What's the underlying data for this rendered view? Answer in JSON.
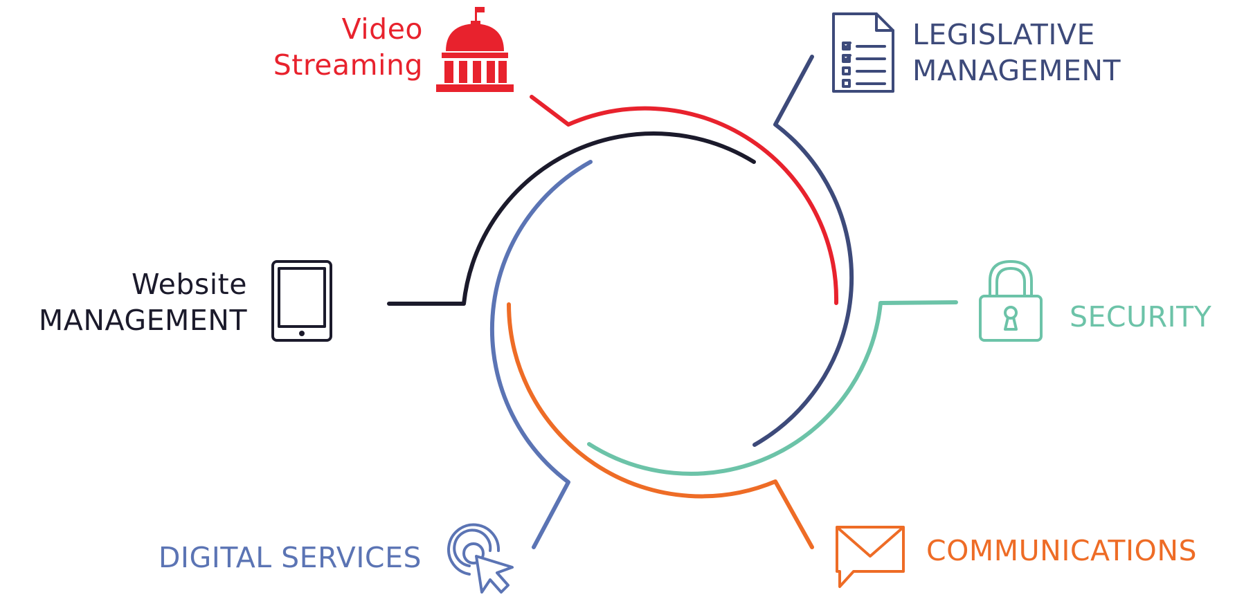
{
  "colors": {
    "video": "#e8222d",
    "legislative": "#3d4a7a",
    "security": "#6cc3a8",
    "communications": "#ee6c26",
    "digital": "#5b74b4",
    "website": "#1b1a2b"
  },
  "segments": [
    {
      "id": "video",
      "line1": "Video",
      "line2": "Streaming",
      "icon": "capitol-dome-icon"
    },
    {
      "id": "legislative",
      "line1": "LEGISLATIVE",
      "line2": "MANAGEMENT",
      "icon": "checklist-document-icon"
    },
    {
      "id": "security",
      "line1": "SECURITY",
      "icon": "padlock-icon"
    },
    {
      "id": "communications",
      "line1": "COMMUNICATIONS",
      "icon": "envelope-chat-icon"
    },
    {
      "id": "digital",
      "line1": "DIGITAL SERVICES",
      "icon": "cursor-click-icon"
    },
    {
      "id": "website",
      "line1": "Website",
      "line2": "MANAGEMENT",
      "icon": "tablet-icon"
    }
  ]
}
